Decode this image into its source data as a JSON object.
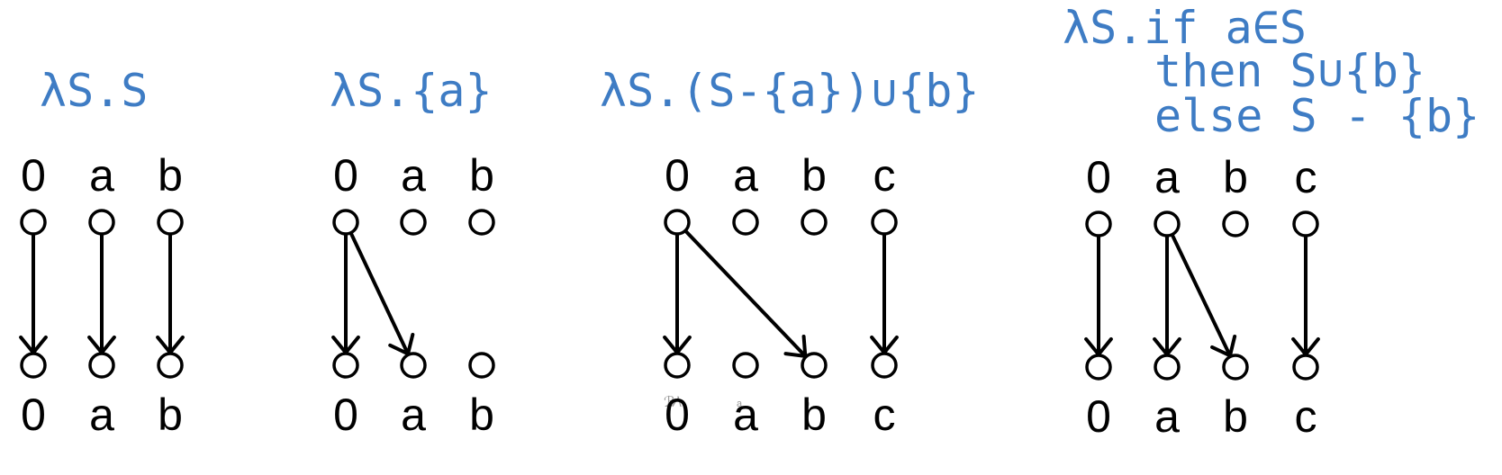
{
  "accent_color": "#3E7CC4",
  "panels": [
    {
      "title_lines": [
        "λS.S"
      ],
      "top_labels": [
        "0",
        "a",
        "b"
      ],
      "bottom_labels": [
        "0",
        "a",
        "b"
      ],
      "edges": [
        [
          0,
          0
        ],
        [
          1,
          1
        ],
        [
          2,
          2
        ]
      ]
    },
    {
      "title_lines": [
        "λS.{a}"
      ],
      "top_labels": [
        "0",
        "a",
        "b"
      ],
      "bottom_labels": [
        "0",
        "a",
        "b"
      ],
      "edges": [
        [
          0,
          0
        ],
        [
          0,
          1
        ]
      ]
    },
    {
      "title_lines": [
        "λS.(S-{a})∪{b}"
      ],
      "top_labels": [
        "0",
        "a",
        "b",
        "c"
      ],
      "bottom_labels": [
        "0",
        "a",
        "b",
        "c"
      ],
      "edges": [
        [
          0,
          0
        ],
        [
          0,
          2
        ],
        [
          3,
          3
        ]
      ]
    },
    {
      "title_lines": [
        "λS.if a∈S",
        "then S∪{b}",
        "else S - {b}"
      ],
      "top_labels": [
        "0",
        "a",
        "b",
        "c"
      ],
      "bottom_labels": [
        "0",
        "a",
        "b",
        "c"
      ],
      "edges": [
        [
          0,
          0
        ],
        [
          1,
          1
        ],
        [
          1,
          2
        ],
        [
          3,
          3
        ]
      ]
    }
  ],
  "artifact_text": [
    "ℬ⁄\\",
    "ᵃ",
    "ᵇ"
  ]
}
